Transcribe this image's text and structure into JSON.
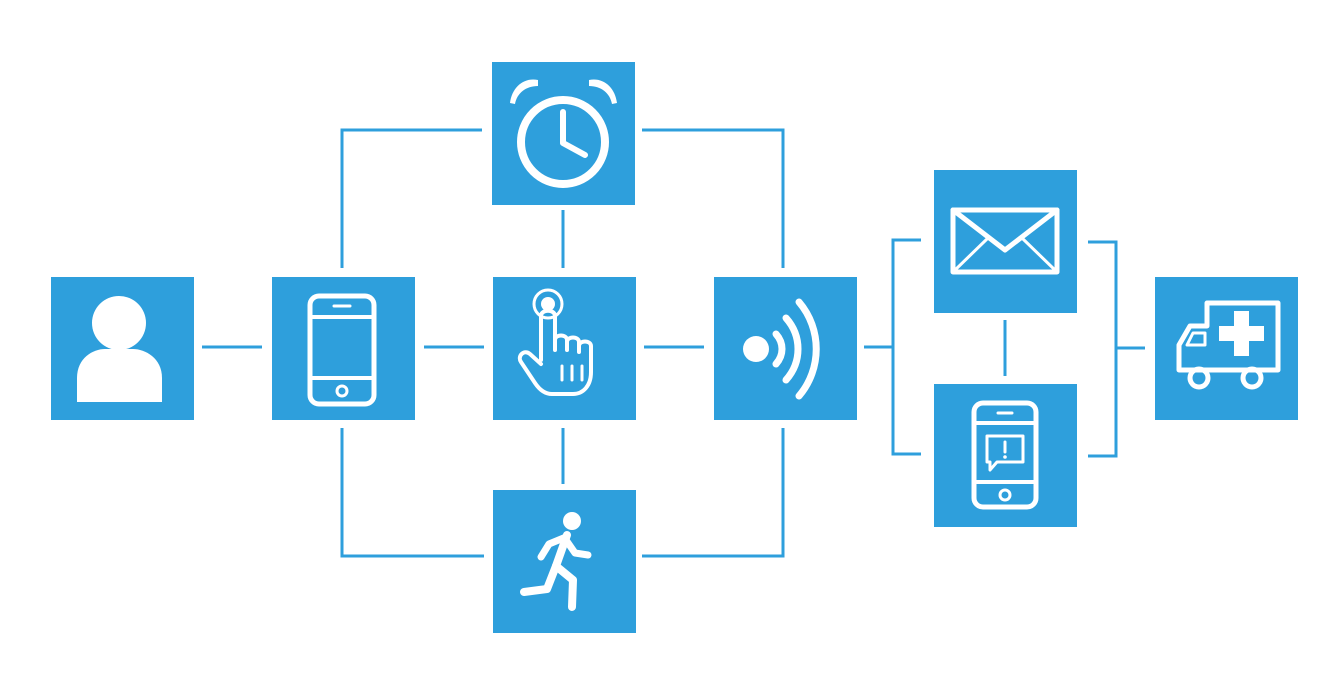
{
  "colors": {
    "node": "#2e9fdc",
    "connector": "#2e9fdc",
    "icon": "#ffffff",
    "background": "#ffffff"
  },
  "nodes": [
    {
      "id": "user",
      "icon": "user-icon"
    },
    {
      "id": "phone",
      "icon": "smartphone-icon"
    },
    {
      "id": "alarm",
      "icon": "alarm-clock-icon"
    },
    {
      "id": "touch",
      "icon": "touch-hand-icon"
    },
    {
      "id": "motion",
      "icon": "running-person-icon"
    },
    {
      "id": "signal",
      "icon": "wireless-signal-icon"
    },
    {
      "id": "email",
      "icon": "envelope-icon"
    },
    {
      "id": "alert-phone",
      "icon": "phone-message-icon"
    },
    {
      "id": "ambulance",
      "icon": "ambulance-icon"
    }
  ],
  "edges": [
    [
      "user",
      "phone"
    ],
    [
      "phone",
      "alarm"
    ],
    [
      "phone",
      "touch"
    ],
    [
      "phone",
      "motion"
    ],
    [
      "alarm",
      "touch"
    ],
    [
      "touch",
      "motion"
    ],
    [
      "alarm",
      "signal"
    ],
    [
      "touch",
      "signal"
    ],
    [
      "motion",
      "signal"
    ],
    [
      "signal",
      "email"
    ],
    [
      "signal",
      "alert-phone"
    ],
    [
      "email",
      "alert-phone"
    ],
    [
      "email",
      "ambulance"
    ],
    [
      "alert-phone",
      "ambulance"
    ]
  ]
}
